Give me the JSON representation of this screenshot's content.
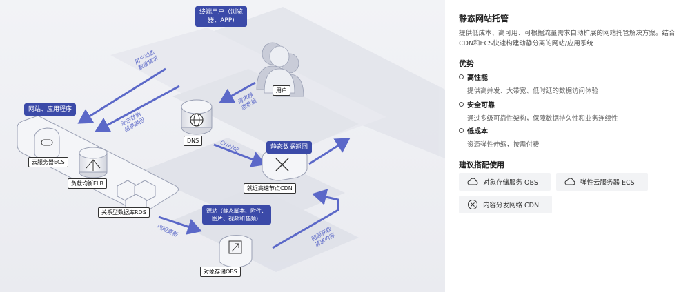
{
  "diagram": {
    "user_terminal_tag": "终端用户（浏览\n器、APP)",
    "user_label": "用户",
    "website_tag": "网站、应用程序",
    "ecs_label": "云服务器ECS",
    "elb_label": "负载均衡ELB",
    "rds_label": "关系型数据库RDS",
    "dns_label": "DNS",
    "cdn_tag": "静态数据返回",
    "cdn_label": "就近高速节点CDN",
    "origin_tag": "源站（静态脚本、附件、\n图片、视频和音频）",
    "obs_label": "对象存储OBS",
    "arrow_dynamic_request": "用户动态\n数据请求",
    "arrow_dynamic_return": "动态数据\n结果返回",
    "arrow_static_request": "请求静\n态数据",
    "arrow_cname": "CNAME",
    "arrow_internal_update": "内网更新",
    "arrow_back_to_origin": "回源获取\n请求内容"
  },
  "panel": {
    "title": "静态网站托管",
    "description": "提供低成本、高可用、可根据流量需求自动扩展的网站托管解决方案。结合CDN和ECS快速构建动静分离的网站/应用系统",
    "advantages_heading": "优势",
    "advantages": [
      {
        "title": "高性能",
        "desc": "提供高并发、大带宽、低时延的数据访问体验"
      },
      {
        "title": "安全可靠",
        "desc": "通过多级可靠性架构，保障数据持久性和业务连续性"
      },
      {
        "title": "低成本",
        "desc": "资源弹性伸缩，按需付费"
      }
    ],
    "recommend_heading": "建议搭配使用",
    "products": [
      {
        "label": "对象存储服务 OBS",
        "icon": "cloud-icon"
      },
      {
        "label": "弹性云服务器 ECS",
        "icon": "cloud-icon"
      },
      {
        "label": "内容分发网络 CDN",
        "icon": "cdn-icon"
      }
    ]
  }
}
